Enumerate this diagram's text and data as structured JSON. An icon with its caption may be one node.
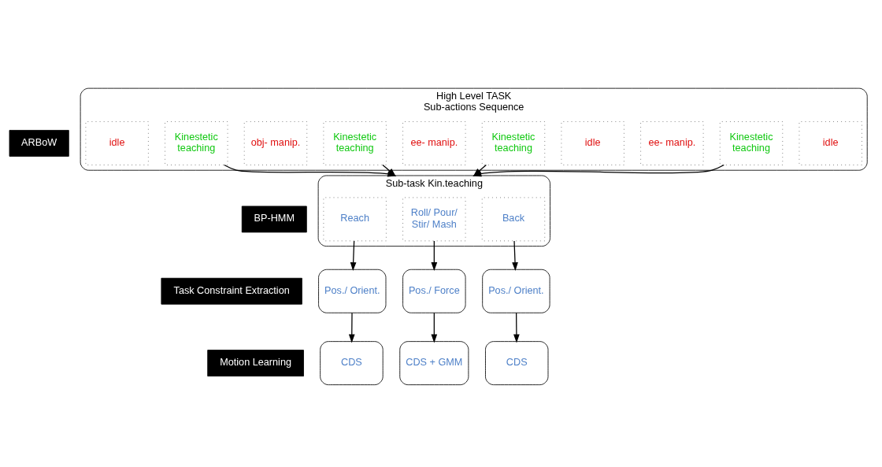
{
  "diagram": {
    "nodes": [
      {
        "text": [
          "High Level TASK",
          "Sub-actions Sequence"
        ]
      },
      {
        "text": [
          "idle"
        ],
        "in": 0
      },
      {
        "text": [
          "Kinestetic teaching"
        ],
        "in": 0
      },
      {
        "text": [
          "obj- manip."
        ],
        "in": 0
      },
      {
        "text": [
          "Kinestetic teaching"
        ],
        "in": 0
      },
      {
        "text": [
          "ee- manip."
        ],
        "in": 0
      },
      {
        "text": [
          "Kinestetic teaching"
        ],
        "in": 0
      },
      {
        "text": [
          "idle"
        ],
        "in": 0
      },
      {
        "text": [
          "ee- manip."
        ],
        "in": 0
      },
      {
        "text": [
          "Kinestetic teaching"
        ],
        "in": 0
      },
      {
        "text": [
          "idle"
        ],
        "in": 0
      },
      {
        "text": [
          "ARBoW"
        ]
      },
      {
        "text": [
          "Sub-task Kin.teaching"
        ]
      },
      {
        "text": [
          "Reach"
        ],
        "in": 12
      },
      {
        "text": [
          "Roll/ Pour/ Stir/ Mash"
        ],
        "in": 12
      },
      {
        "text": [
          "Back"
        ],
        "in": 12
      },
      {
        "text": [
          "BP-HMM"
        ]
      },
      {
        "text": [
          "Task Constraint Extraction"
        ]
      },
      {
        "text": [
          "Pos./ Orient."
        ]
      },
      {
        "text": [
          "Pos./ Force"
        ]
      },
      {
        "text": [
          "Pos./ Orient."
        ]
      },
      {
        "text": [
          "Motion Learning"
        ]
      },
      {
        "text": [
          "CDS"
        ]
      },
      {
        "text": [
          "CDS + GMM"
        ]
      },
      {
        "text": [
          "CDS"
        ]
      }
    ],
    "edges": [
      {
        "from": 2,
        "to": 12,
        "arrow": "to"
      },
      {
        "from": 4,
        "to": 12,
        "arrow": "to"
      },
      {
        "from": 6,
        "to": 12,
        "arrow": "to"
      },
      {
        "from": 9,
        "to": 12,
        "arrow": "to"
      },
      {
        "from": 13,
        "to": 18,
        "arrow": "to"
      },
      {
        "from": 14,
        "to": 19,
        "arrow": "to"
      },
      {
        "from": 15,
        "to": 20,
        "arrow": "to"
      },
      {
        "from": 18,
        "to": 22,
        "arrow": "to"
      },
      {
        "from": 19,
        "to": 23,
        "arrow": "to"
      },
      {
        "from": 20,
        "to": 24,
        "arrow": "to"
      }
    ]
  }
}
